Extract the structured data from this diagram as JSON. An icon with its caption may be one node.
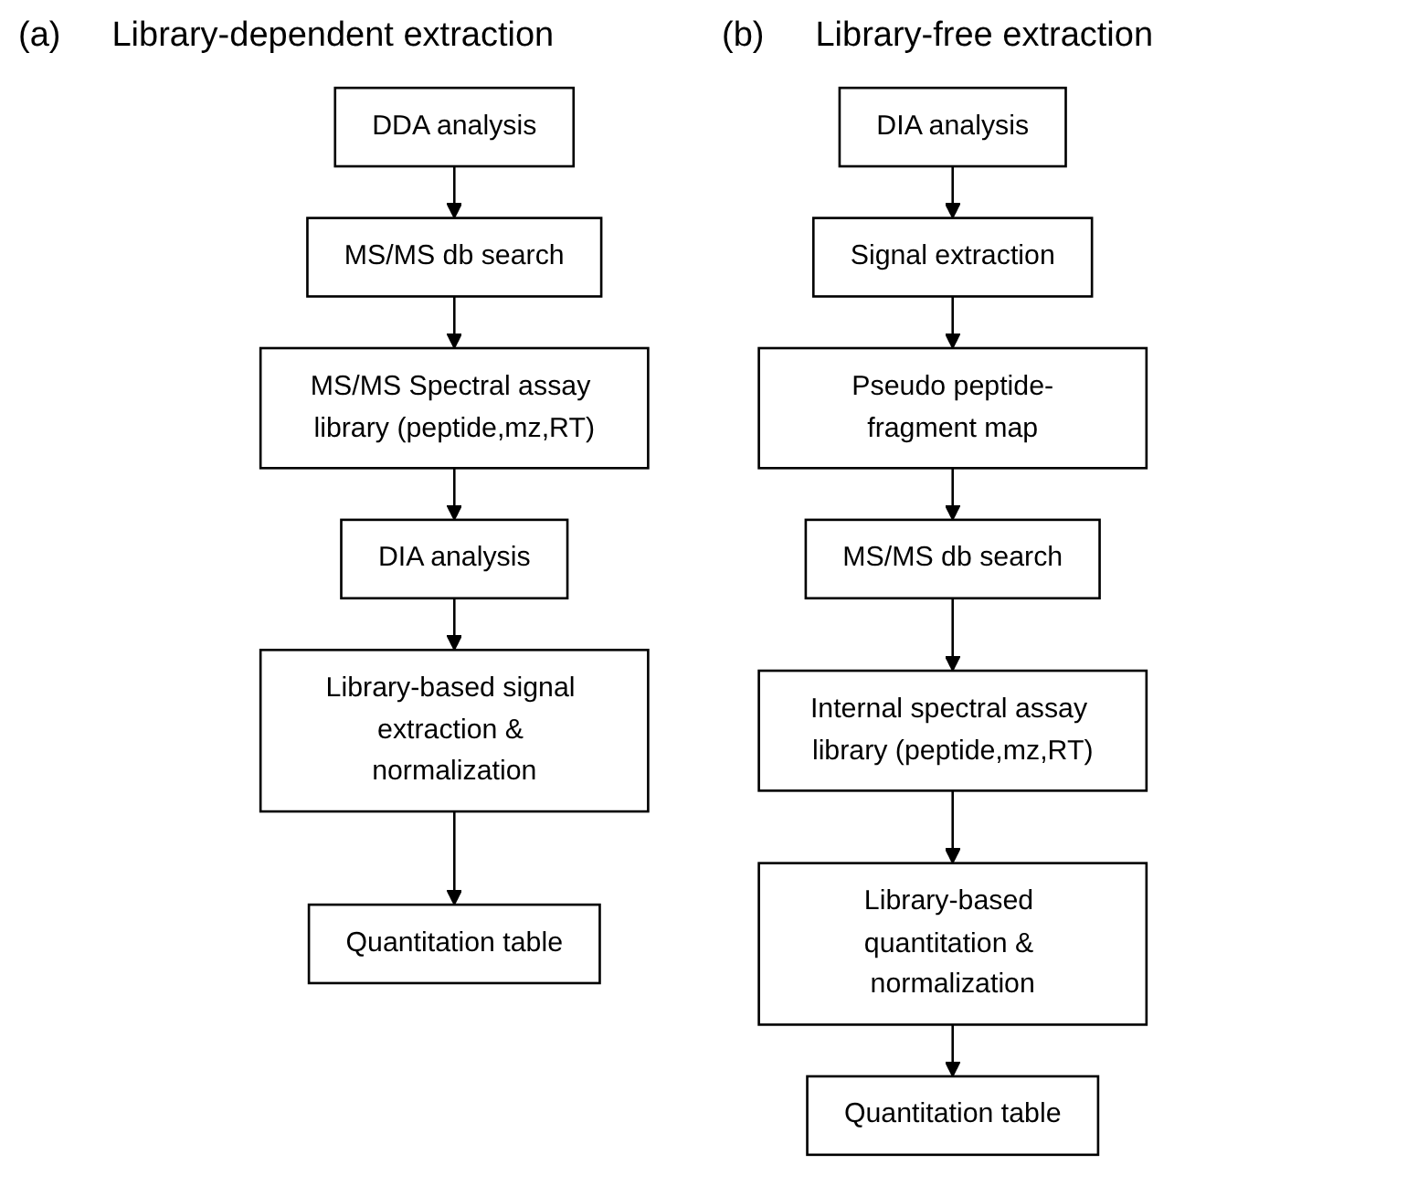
{
  "diagram": {
    "nodes": [
      {
        "text": [
          "DDA analysis"
        ]
      },
      {
        "text": [
          "MS/MS db search"
        ]
      },
      {
        "text": [
          "MS/MS Spectral assay library (peptide,mz,RT)"
        ]
      },
      {
        "text": [
          "DIA analysis"
        ]
      },
      {
        "text": [
          "Library-based signal extraction & normalization"
        ]
      },
      {
        "text": [
          "Quantitation table"
        ]
      },
      {
        "text": [
          "DIA analysis"
        ]
      },
      {
        "text": [
          "Signal extraction"
        ]
      },
      {
        "text": [
          "Pseudo peptide-fragment map"
        ]
      },
      {
        "text": [
          "MS/MS db search"
        ]
      },
      {
        "text": [
          "Internal spectral assay library (peptide,mz,RT)"
        ]
      },
      {
        "text": [
          "Library-based quantitation & normalization"
        ]
      },
      {
        "text": [
          "Quantitation table"
        ]
      }
    ],
    "edges": [
      {
        "from": 0,
        "to": 1,
        "arrow": "to"
      },
      {
        "from": 1,
        "to": 2,
        "arrow": "to"
      },
      {
        "from": 2,
        "to": 3,
        "arrow": "to"
      },
      {
        "from": 3,
        "to": 4,
        "arrow": "to"
      },
      {
        "from": 4,
        "to": 5,
        "arrow": "to"
      },
      {
        "from": 6,
        "to": 7,
        "arrow": "to"
      },
      {
        "from": 7,
        "to": 8,
        "arrow": "to"
      },
      {
        "from": 8,
        "to": 9,
        "arrow": "to"
      },
      {
        "from": 9,
        "to": 10,
        "arrow": "to"
      },
      {
        "from": 10,
        "to": 11,
        "arrow": "to"
      },
      {
        "from": 11,
        "to": 12,
        "arrow": "to"
      }
    ],
    "labels": [
      "(a)",
      "Library-dependent extraction",
      "(b)",
      "Library-free extraction"
    ]
  }
}
